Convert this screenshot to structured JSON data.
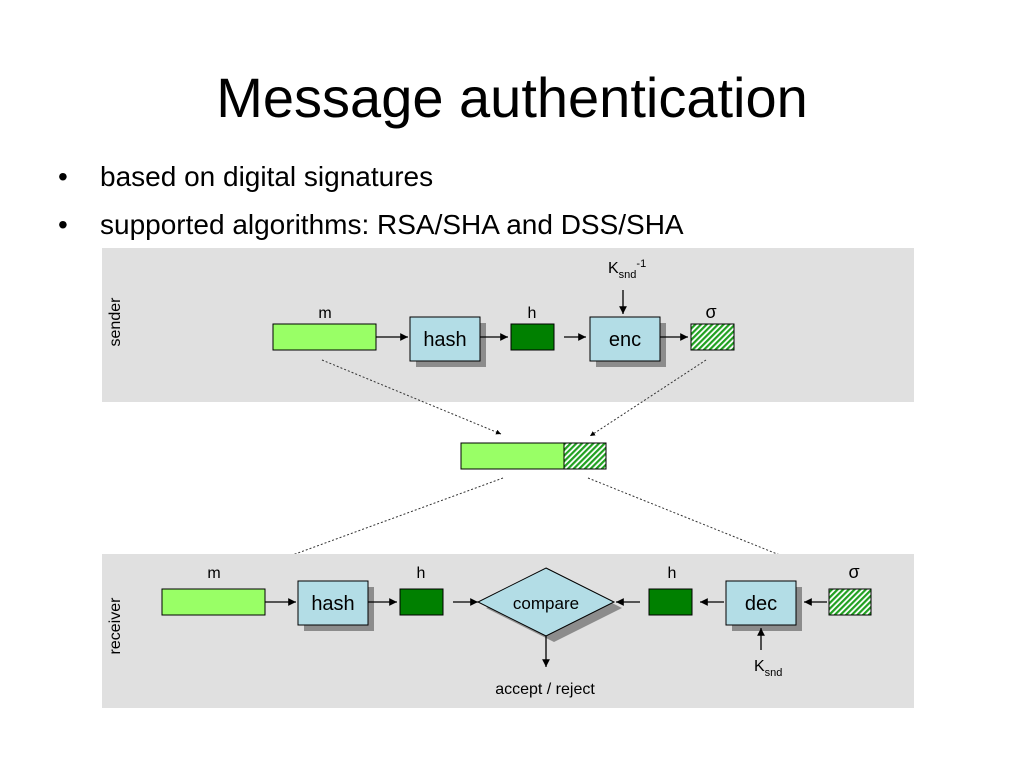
{
  "slide": {
    "title": "Message authentication",
    "bullets": [
      "based on digital signatures",
      "supported algorithms: RSA/SHA and DSS/SHA"
    ]
  },
  "sender": {
    "label": "sender",
    "m_label": "m",
    "hash_label": "hash",
    "h_label": "h",
    "enc_label": "enc",
    "sigma_label": "σ",
    "key_main": "K",
    "key_sub": "snd",
    "key_sup": "-1"
  },
  "receiver": {
    "label": "receiver",
    "m_label": "m",
    "hash_label": "hash",
    "h1_label": "h",
    "compare_label": "compare",
    "h2_label": "h",
    "dec_label": "dec",
    "sigma_label": "σ",
    "key_main": "K",
    "key_sub": "snd",
    "outcome": "accept / reject"
  },
  "colors": {
    "panel": "#e0e0e0",
    "message": "#99ff66",
    "hash_value": "#008000",
    "box": "#b3dde6",
    "shadow": "#8c8c8c"
  }
}
